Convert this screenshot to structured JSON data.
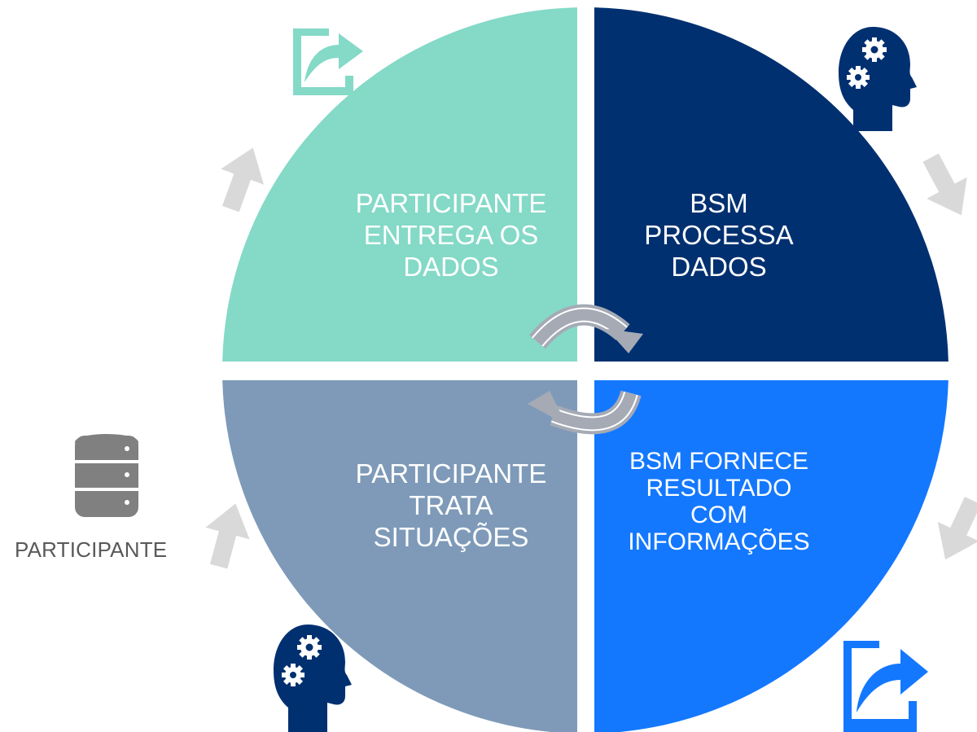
{
  "colors": {
    "teal": "#84D9C7",
    "navy": "#003070",
    "slate": "#7E9AB8",
    "blue": "#1478FF",
    "arrow_gray": "#D9D9D9",
    "cycle_arrow": "#A5AAB5",
    "db_gray": "#808080",
    "label_gray": "#595959"
  },
  "quadrants": {
    "top_left": {
      "text": "PARTICIPANTE\nENTREGA OS\nDADOS",
      "icon": "share-icon"
    },
    "top_right": {
      "text": "BSM\nPROCESSA\nDADOS",
      "icon": "head-gears-icon"
    },
    "bottom_right": {
      "text": "BSM FORNECE\nRESULTADO\nCOM\nINFORMAÇÕES",
      "icon": "share-icon"
    },
    "bottom_left": {
      "text": "PARTICIPANTE\nTRATA\nSITUAÇÕES",
      "icon": "head-gears-icon"
    }
  },
  "participant": {
    "label": "PARTICIPANTE",
    "icon": "database-icon"
  }
}
